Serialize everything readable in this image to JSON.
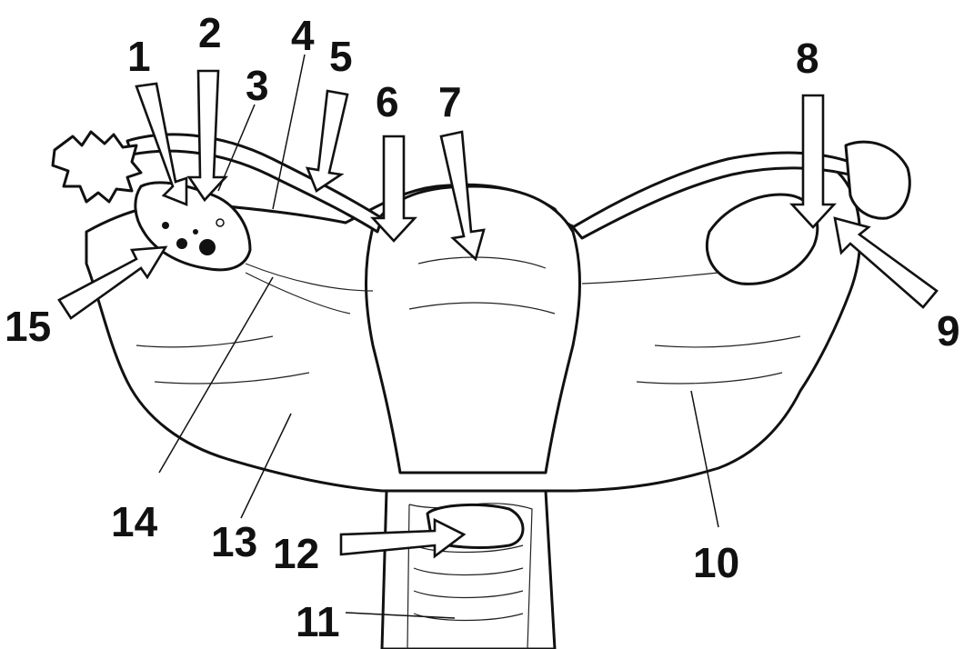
{
  "diagram": {
    "labels": [
      {
        "id": "label-1",
        "text": "1"
      },
      {
        "id": "label-2",
        "text": "2"
      },
      {
        "id": "label-3",
        "text": "3"
      },
      {
        "id": "label-4",
        "text": "4"
      },
      {
        "id": "label-5",
        "text": "5"
      },
      {
        "id": "label-6",
        "text": "6"
      },
      {
        "id": "label-7",
        "text": "7"
      },
      {
        "id": "label-8",
        "text": "8"
      },
      {
        "id": "label-9",
        "text": "9"
      },
      {
        "id": "label-10",
        "text": "10"
      },
      {
        "id": "label-11",
        "text": "11"
      },
      {
        "id": "label-12",
        "text": "12"
      },
      {
        "id": "label-13",
        "text": "13"
      },
      {
        "id": "label-14",
        "text": "14"
      },
      {
        "id": "label-15",
        "text": "15"
      }
    ],
    "colors": {
      "line": "#111111",
      "fill": "#ffffff",
      "background": "#ffffff"
    }
  }
}
